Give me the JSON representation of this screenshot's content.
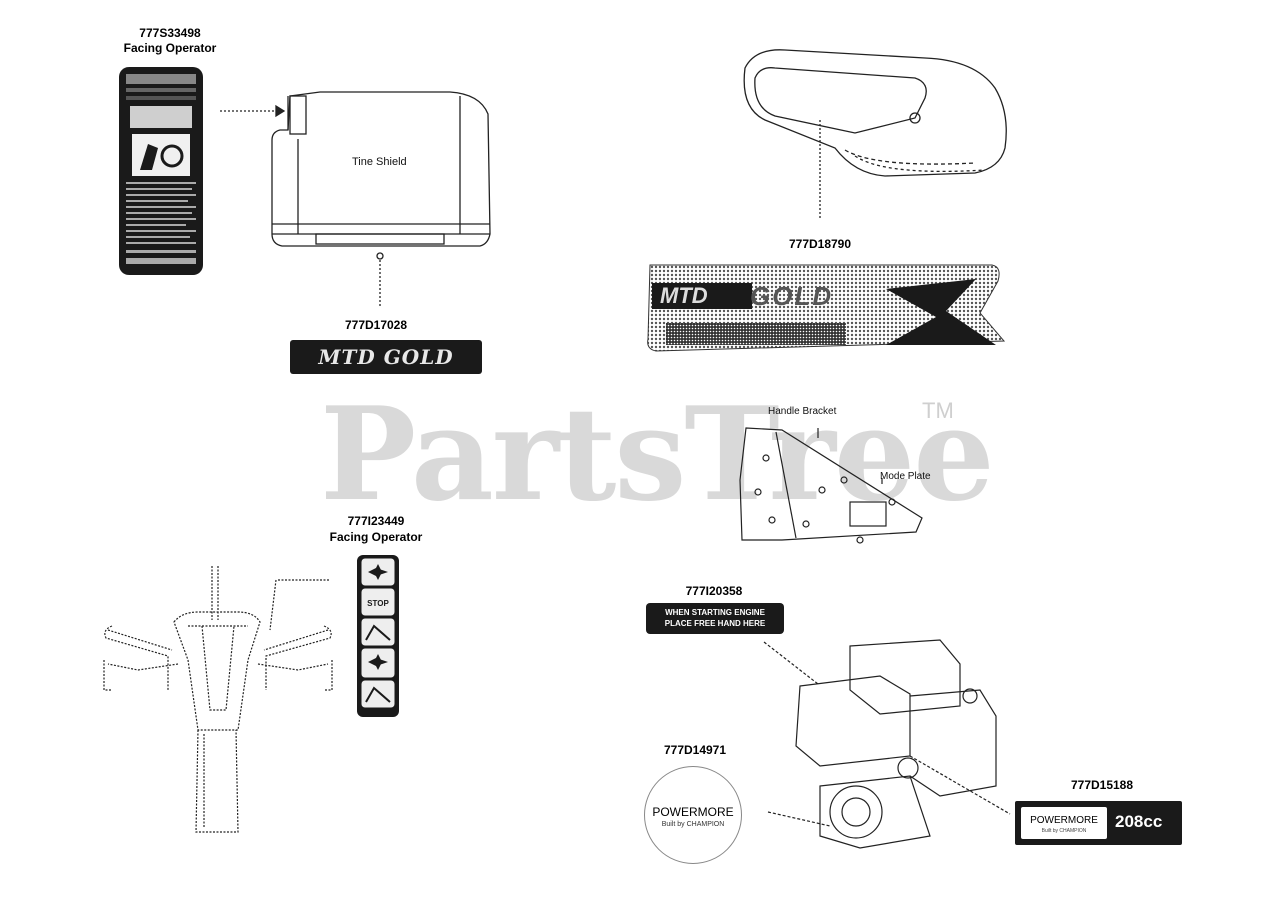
{
  "labels": {
    "tine_decal_part": "777S33498",
    "tine_decal_note": "Facing Operator",
    "tine_shield_part": "777D17028",
    "top_right_part": "777D18790",
    "handle_decal_part": "777I23449",
    "handle_decal_note": "Facing Operator",
    "start_decal_part": "777I20358",
    "powermore_round_part": "777D14971",
    "powermore_rect_part": "777D15188"
  },
  "parts_text": {
    "tine_shield": "Tine Shield",
    "handle_bracket": "Handle Bracket",
    "model_plate": "Mode  Plate"
  },
  "decals": {
    "mtd_logo": "MTD GOLD",
    "start_line1": "WHEN STARTING ENGINE",
    "start_line2": "PLACE FREE HAND HERE",
    "stop_text": "STOP",
    "powermore_name": "POWERMORE",
    "powermore_sub": "Built by CHAMPION",
    "powermore_rect_cc": "208cc"
  },
  "watermark": {
    "text": "PartsTree",
    "tm": "TM"
  },
  "colors": {
    "decal_dark": "#1a1a1a",
    "watermark": "#d9d9d9"
  }
}
